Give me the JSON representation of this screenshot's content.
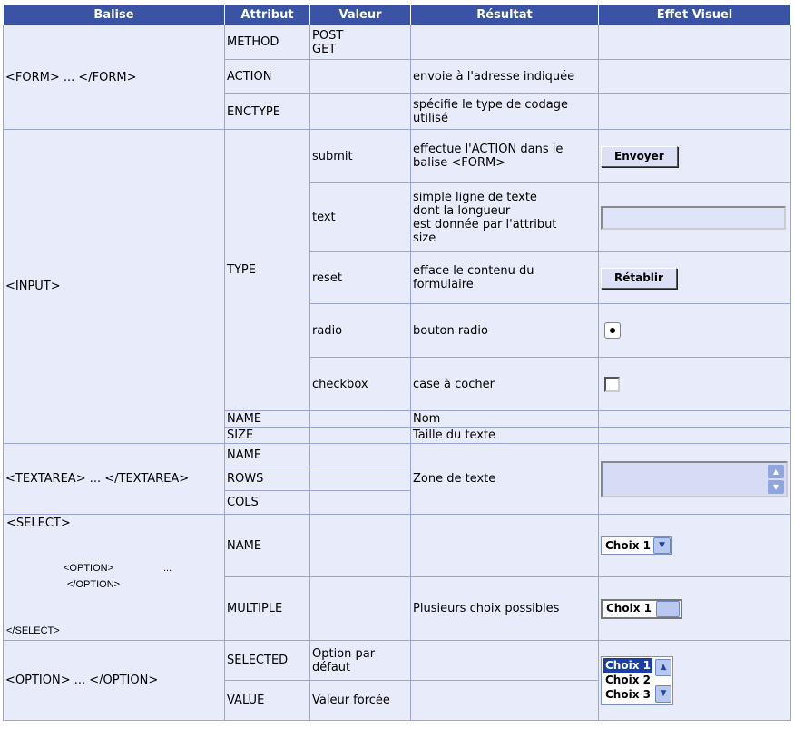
{
  "headers": [
    "Balise",
    "Attribut",
    "Valeur",
    "Résultat",
    "Effet Visuel"
  ],
  "form": {
    "tag": "<FORM> ... </FORM>",
    "method": {
      "attr": "METHOD",
      "val1": "POST",
      "val2": "GET"
    },
    "action": {
      "attr": "ACTION",
      "result": "envoie à l'adresse indiquée"
    },
    "enctype": {
      "attr": "ENCTYPE",
      "result": "spécifie le type de codage utilisé"
    }
  },
  "input": {
    "tag": "<INPUT>",
    "type_attr": "TYPE",
    "submit": {
      "val": "submit",
      "result": "effectue l'ACTION dans le balise <FORM>",
      "button": "Envoyer"
    },
    "text": {
      "val": "text",
      "r1": "simple ligne de texte",
      "r2": "dont la longueur",
      "r3": "est donnée par l'attribut",
      "r4": "size"
    },
    "reset": {
      "val": "reset",
      "result": "efface le contenu du formulaire",
      "button": "Rétablir"
    },
    "radio": {
      "val": "radio",
      "result": "bouton radio"
    },
    "checkbox": {
      "val": "checkbox",
      "result": "case à cocher"
    },
    "name": {
      "attr": "NAME",
      "result": "Nom"
    },
    "size": {
      "attr": "SIZE",
      "result": "Taille du texte"
    }
  },
  "textarea": {
    "tag": "<TEXTAREA> ... </TEXTAREA>",
    "attrs": [
      "NAME",
      "ROWS",
      "COLS"
    ],
    "result": "Zone de texte"
  },
  "select": {
    "open": "<SELECT>",
    "option": "<OPTION>",
    "dots": "...",
    "option_close": "</OPTION>",
    "close": "</SELECT>",
    "name_attr": "NAME",
    "multiple_attr": "MULTIPLE",
    "multiple_result": "Plusieurs choix possibles",
    "choice": "Choix 1"
  },
  "option": {
    "tag": "<OPTION> ... </OPTION>",
    "selected": {
      "attr": "SELECTED",
      "val": "Option par défaut"
    },
    "value": {
      "attr": "VALUE",
      "val": "Valeur forcée"
    },
    "list": [
      "Choix 1",
      "Choix 2",
      "Choix 3"
    ]
  }
}
